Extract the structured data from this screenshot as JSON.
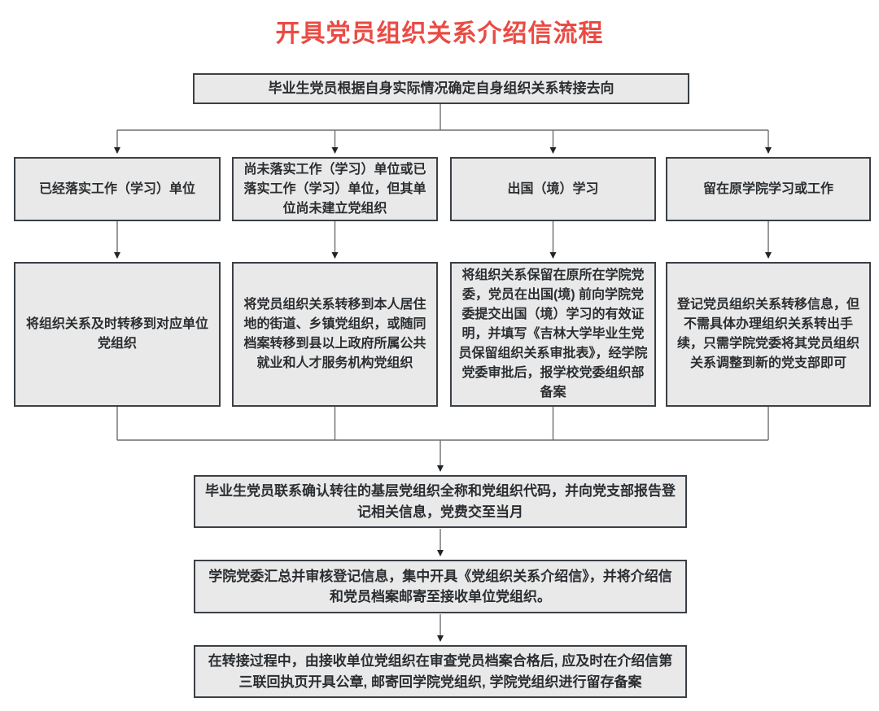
{
  "title": "开具党员组织关系介绍信流程",
  "colors": {
    "title_red": "#ea4b44",
    "box_fill": "#e9e9e9",
    "box_border": "#3a4045",
    "connector_line": "#6e6e6e",
    "arrowhead": "#222426",
    "text": "#2b2e31",
    "background": "#ffffff"
  },
  "flowchart": {
    "start": "毕业生党员根据自身实际情况确定自身组织关系转接去向",
    "branches": [
      {
        "condition": "已经落实工作（学习）单位",
        "action": "将组织关系及时转移到对应单位党组织"
      },
      {
        "condition": "尚未落实工作（学习）单位或已落实工作（学习）单位，但其单位尚未建立党组织",
        "action": "将党员组织关系转移到本人居住地的街道、乡镇党组织，或随同档案转移到县以上政府所属公共就业和人才服务机构党组织"
      },
      {
        "condition": "出国（境）学习",
        "action": "将组织关系保留在原所在学院党委，党员在出国(境) 前向学院党委提交出国（境）学习的有效证明，并填写《吉林大学毕业生党员保留组织关系审批表》，经学院党委审批后，报学校党委组织部备案"
      },
      {
        "condition": "留在原学院学习或工作",
        "action": "登记党员组织关系转移信息，但不需具体办理组织关系转出手续，只需学院党委将其党员组织关系调整到新的党支部即可"
      }
    ],
    "final_steps": [
      "毕业生党员联系确认转往的基层党组织全称和党组织代码，并向党支部报告登记相关信息，党费交至当月",
      "学院党委汇总并审核登记信息，集中开具《党组织关系介绍信》，并将介绍信和党员档案邮寄至接收单位党组织。",
      "在转接过程中，由接收单位党组织在审查党员档案合格后, 应及时在介绍信第三联回执页开具公章, 邮寄回学院党组织, 学院党组织进行留存备案"
    ]
  }
}
